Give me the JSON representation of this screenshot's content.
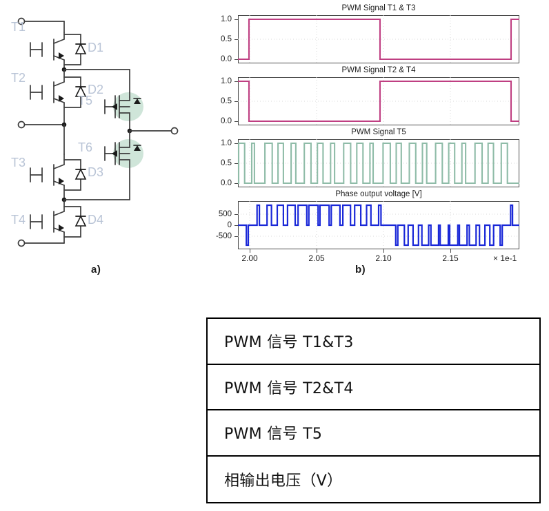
{
  "figure": {
    "caption_a": "a)",
    "caption_b": "b)"
  },
  "circuit": {
    "labels": [
      {
        "name": "T1",
        "text": "T1"
      },
      {
        "name": "D1",
        "text": "D1"
      },
      {
        "name": "T2",
        "text": "T2"
      },
      {
        "name": "D2",
        "text": "D2"
      },
      {
        "name": "T3",
        "text": "T3"
      },
      {
        "name": "D3",
        "text": "D3"
      },
      {
        "name": "T4",
        "text": "T4"
      },
      {
        "name": "D4",
        "text": "D4"
      },
      {
        "name": "T5",
        "text": "T5"
      },
      {
        "name": "T6",
        "text": "T6"
      }
    ],
    "label_color": "#b9c4d6",
    "wire_color": "#3c3c3c",
    "highlight_color": "#cfe5d9"
  },
  "plots": {
    "x_axis": {
      "ticks": [
        "2.00",
        "2.05",
        "2.10",
        "2.15"
      ],
      "tick_values": [
        2.0,
        2.05,
        2.1,
        2.15
      ],
      "multiplier": "× 1e-1",
      "range": [
        1.9895,
        2.1995
      ]
    },
    "panels": [
      {
        "title": "PWM Signal T1 & T3",
        "y_ticks": [
          "1.0",
          "0.5",
          "0.0"
        ],
        "y_values": [
          1.0,
          0.5,
          0.0
        ],
        "color": "#bf3f82"
      },
      {
        "title": "PWM Signal T2 & T4",
        "y_ticks": [
          "1.0",
          "0.5",
          "0.0"
        ],
        "y_values": [
          1.0,
          0.5,
          0.0
        ],
        "color": "#bf3f82"
      },
      {
        "title": "PWM Signal T5",
        "y_ticks": [
          "1.0",
          "0.5",
          "0.0"
        ],
        "y_values": [
          1.0,
          0.5,
          0.0
        ],
        "color": "#8fbca8"
      },
      {
        "title": "Phase output voltage [V]",
        "y_ticks": [
          "500",
          "0",
          "-500"
        ],
        "y_values": [
          500,
          0,
          -500
        ],
        "color": "#1a28d8"
      }
    ]
  },
  "chart_data": [
    {
      "type": "line",
      "title": "PWM Signal T1 & T3",
      "xlabel": "",
      "ylabel": "",
      "xlim": [
        1.9895,
        2.1995
      ],
      "ylim": [
        -0.08,
        1.08
      ],
      "x_multiplier": "× 1e-1",
      "grid": true,
      "legend": "none",
      "step": true,
      "x": [
        1.9895,
        2.0005,
        2.0005,
        2.0995,
        2.0995,
        2.1895,
        2.1895,
        2.1995
      ],
      "y": [
        0,
        0,
        1,
        1,
        0,
        0,
        1,
        1
      ]
    },
    {
      "type": "line",
      "title": "PWM Signal T2 & T4",
      "xlabel": "",
      "ylabel": "",
      "xlim": [
        1.9895,
        2.1995
      ],
      "ylim": [
        -0.08,
        1.08
      ],
      "x_multiplier": "× 1e-1",
      "grid": true,
      "legend": "none",
      "step": true,
      "x": [
        1.9895,
        2.0005,
        2.0005,
        2.0995,
        2.0995,
        2.1895,
        2.1895,
        2.1995
      ],
      "y": [
        1,
        1,
        0,
        0,
        1,
        1,
        0,
        0
      ]
    },
    {
      "type": "line",
      "title": "PWM Signal T5",
      "xlabel": "",
      "ylabel": "",
      "xlim": [
        1.9895,
        2.1995
      ],
      "ylim": [
        -0.08,
        1.08
      ],
      "x_multiplier": "× 1e-1",
      "grid": true,
      "legend": "none",
      "step": true,
      "description": "High-frequency PWM pulse train, 21 pulses across the window, duty varying sinusoidally",
      "pulse_count": 21,
      "pulse_starts": [
        1.99,
        1.9998,
        2.0096,
        2.0194,
        2.0292,
        2.039,
        2.0488,
        2.0586,
        2.0684,
        2.0782,
        2.088,
        2.0978,
        2.1076,
        2.1174,
        2.1272,
        2.137,
        2.1468,
        2.1566,
        2.1664,
        2.1762,
        2.186
      ],
      "pulse_widths": [
        0.0045,
        0.002,
        0.0055,
        0.004,
        0.0035,
        0.005,
        0.0042,
        0.003,
        0.0052,
        0.0046,
        0.0024,
        0.0054,
        0.0038,
        0.0048,
        0.0032,
        0.005,
        0.0044,
        0.0028,
        0.0053,
        0.004,
        0.0046
      ],
      "high_level": 1.0,
      "low_level": 0.0
    },
    {
      "type": "line",
      "title": "Phase output voltage [V]",
      "xlabel": "",
      "ylabel": "",
      "xlim": [
        1.9895,
        2.1995
      ],
      "ylim": [
        -760,
        760
      ],
      "x_multiplier": "× 1e-1",
      "grid": true,
      "legend": "none",
      "step": true,
      "description": "Unipolar PWM phase voltage: positive pulses (+700 V) during first half-cycle, negative pulses (-700 V) during second half-cycle, with one isolated -700 V notch near 1.996 and a +700 V pulse at the end",
      "positive_level": 700,
      "negative_level": -700,
      "zero_level": 0,
      "first_half_range": [
        2.0005,
        2.0995
      ],
      "second_half_range": [
        2.1045,
        2.1895
      ],
      "positive_pulse_count": 12,
      "negative_pulse_count": 12
    }
  ],
  "legend_table": {
    "rows": [
      {
        "name": "row-t1-t3",
        "text": "PWM 信号 T1&T3"
      },
      {
        "name": "row-t2-t4",
        "text": "PWM 信号 T2&T4"
      },
      {
        "name": "row-t5",
        "text": "PWM 信号 T5"
      },
      {
        "name": "row-phase-voltage",
        "text": "相输出电压（V）"
      }
    ]
  }
}
